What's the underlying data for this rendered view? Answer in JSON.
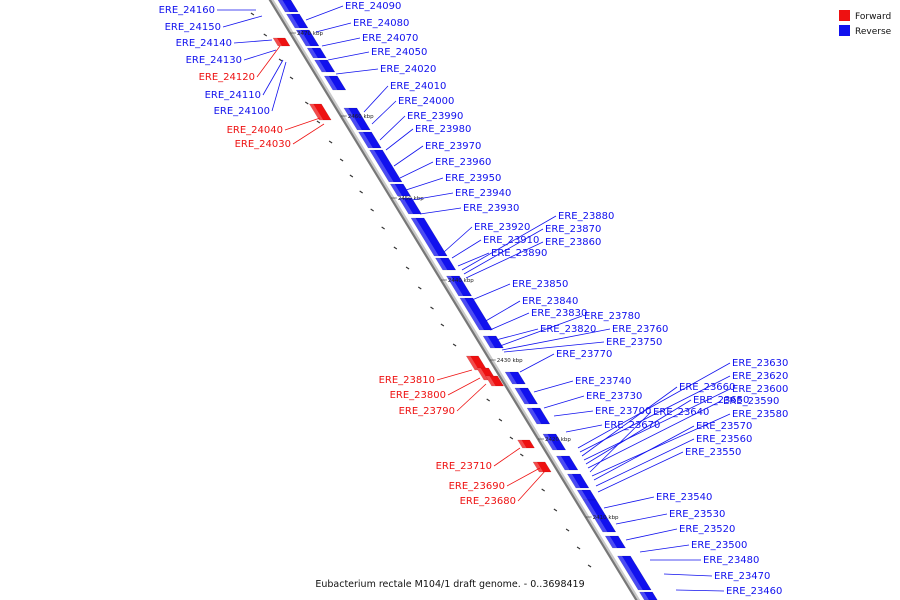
{
  "caption": "Eubacterium rectale M104/1 draft genome. - 0..3698419",
  "legend": [
    {
      "label": "Forward",
      "color": "#ee1111"
    },
    {
      "label": "Reverse",
      "color": "#1111ee"
    }
  ],
  "ticks": [
    "2470 kbp",
    "2460 kbp",
    "2450 kbp",
    "2440 kbp",
    "2430 kbp",
    "2420 kbp",
    "2410 kbp"
  ],
  "reverse_labels": [
    "ERE_24160",
    "ERE_24150",
    "ERE_24140",
    "ERE_24130",
    "ERE_24110",
    "ERE_24100",
    "ERE_24090",
    "ERE_24080",
    "ERE_24070",
    "ERE_24050",
    "ERE_24020",
    "ERE_24010",
    "ERE_24000",
    "ERE_23990",
    "ERE_23980",
    "ERE_23970",
    "ERE_23960",
    "ERE_23950",
    "ERE_23940",
    "ERE_23930",
    "ERE_23920",
    "ERE_23910",
    "ERE_23890",
    "ERE_23880",
    "ERE_23870",
    "ERE_23860",
    "ERE_23850",
    "ERE_23840",
    "ERE_23830",
    "ERE_23820",
    "ERE_23780",
    "ERE_23760",
    "ERE_23750",
    "ERE_23770",
    "ERE_23740",
    "ERE_23730",
    "ERE_23700",
    "ERE_23670",
    "ERE_23630",
    "ERE_23620",
    "ERE_23660",
    "ERE_23600",
    "ERE_23650",
    "ERE_23590",
    "ERE_23640",
    "ERE_23580",
    "ERE_23570",
    "ERE_23560",
    "ERE_23550",
    "ERE_23540",
    "ERE_23530",
    "ERE_23520",
    "ERE_23500",
    "ERE_23480",
    "ERE_23470",
    "ERE_23460"
  ],
  "forward_labels": [
    "ERE_24120",
    "ERE_24040",
    "ERE_24030",
    "ERE_23810",
    "ERE_23800",
    "ERE_23790",
    "ERE_23710",
    "ERE_23690",
    "ERE_23680"
  ]
}
